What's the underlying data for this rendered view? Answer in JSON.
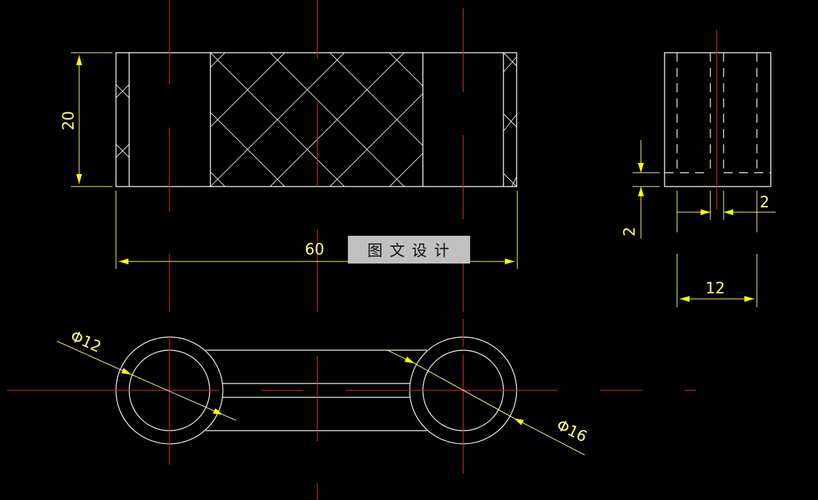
{
  "drawing": {
    "background": "#000000",
    "colors": {
      "outline": "#ffffff",
      "centerline": "#c0282a",
      "dimension": "#ffff80",
      "arrow": "#ffff00"
    },
    "front_view": {
      "height_dim": "20",
      "length_dim": "60"
    },
    "side_view": {
      "bottom_thickness_dim": "2",
      "slot_width_dim": "2",
      "width_dim": "12"
    },
    "top_view": {
      "inner_diameter_dim": "Φ12",
      "outer_diameter_dim": "Φ16"
    },
    "watermark": "图文设计"
  }
}
